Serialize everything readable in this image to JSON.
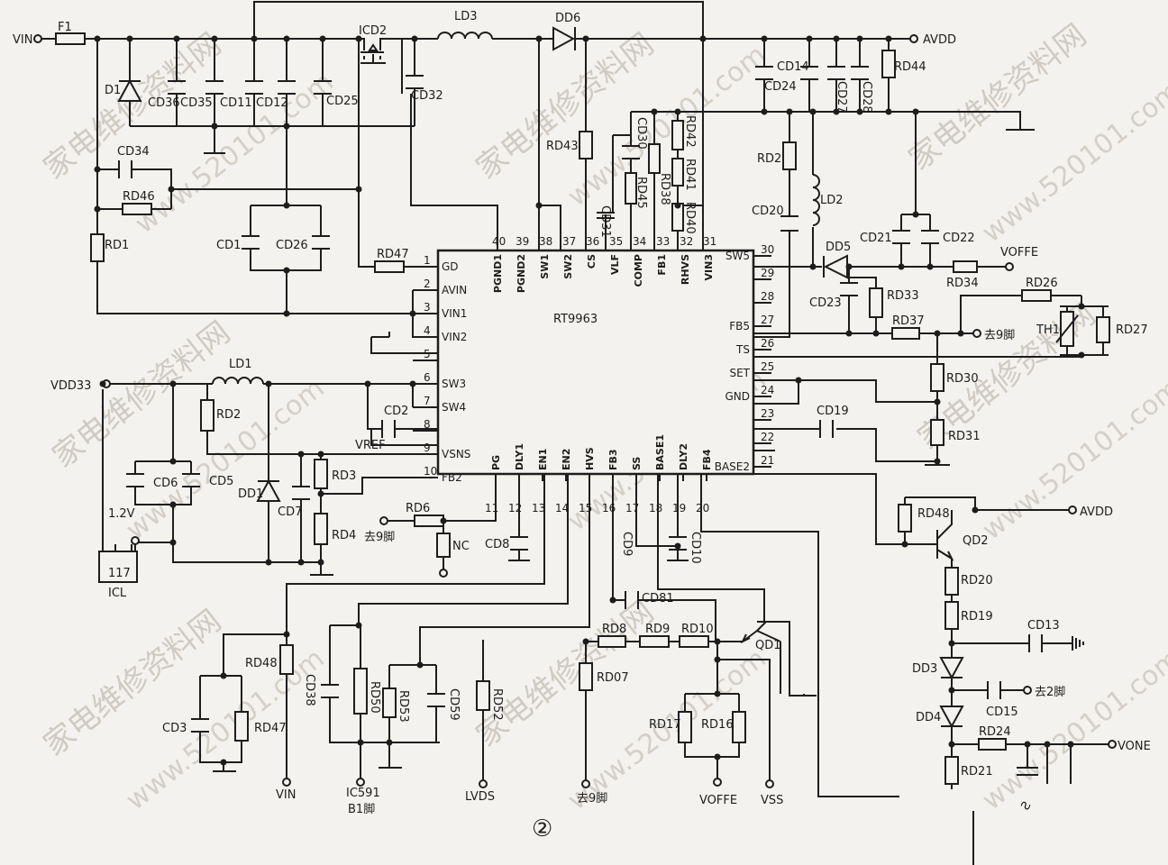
{
  "chip": {
    "name": "RT9963",
    "left_pins": [
      {
        "num": "1",
        "name": "GD"
      },
      {
        "num": "2",
        "name": "AVIN"
      },
      {
        "num": "3",
        "name": "VIN1"
      },
      {
        "num": "4",
        "name": "VIN2"
      },
      {
        "num": "5",
        "name": ""
      },
      {
        "num": "6",
        "name": "SW3"
      },
      {
        "num": "7",
        "name": "SW4"
      },
      {
        "num": "8",
        "name": ""
      },
      {
        "num": "9",
        "name": "VSNS"
      },
      {
        "num": "10",
        "name": "FB2"
      }
    ],
    "bottom_pins": [
      {
        "num": "11",
        "name": "PG"
      },
      {
        "num": "12",
        "name": "DLY1"
      },
      {
        "num": "13",
        "name": "EN1"
      },
      {
        "num": "14",
        "name": "EN2"
      },
      {
        "num": "15",
        "name": "HVS"
      },
      {
        "num": "16",
        "name": "FB3"
      },
      {
        "num": "17",
        "name": "SS"
      },
      {
        "num": "18",
        "name": "BASE1"
      },
      {
        "num": "19",
        "name": "DLY2"
      },
      {
        "num": "20",
        "name": "FB4"
      }
    ],
    "right_pins": [
      {
        "num": "21",
        "name": "BASE2"
      },
      {
        "num": "22",
        "name": ""
      },
      {
        "num": "23",
        "name": ""
      },
      {
        "num": "24",
        "name": "GND"
      },
      {
        "num": "25",
        "name": "SET"
      },
      {
        "num": "26",
        "name": "TS"
      },
      {
        "num": "27",
        "name": "FB5"
      },
      {
        "num": "28",
        "name": ""
      },
      {
        "num": "29",
        "name": ""
      },
      {
        "num": "30",
        "name": "SW5"
      }
    ],
    "top_pins": [
      {
        "num": "40",
        "name": "PGND1"
      },
      {
        "num": "39",
        "name": "PGND2"
      },
      {
        "num": "38",
        "name": "SW1"
      },
      {
        "num": "37",
        "name": "SW2"
      },
      {
        "num": "36",
        "name": "CS"
      },
      {
        "num": "35",
        "name": "VLF"
      },
      {
        "num": "34",
        "name": "COMP"
      },
      {
        "num": "33",
        "name": "FB1"
      },
      {
        "num": "32",
        "name": "RHVS"
      },
      {
        "num": "31",
        "name": "VIN3"
      }
    ]
  },
  "labels": {
    "vin_left": "VIN",
    "f1": "F1",
    "ld3": "LD3",
    "dd6": "DD6",
    "icd2": "ICD2",
    "avdd_top": "AVDD",
    "d1": "D1",
    "cd36": "CD36",
    "cd35": "CD35",
    "cd11": "CD11",
    "cd12": "CD12",
    "cd25": "CD25",
    "cd32": "CD32",
    "cd34": "CD34",
    "rd46": "RD46",
    "rd1": "RD1",
    "cd1": "CD1",
    "cd26": "CD26",
    "rd47_top": "RD47",
    "rd43": "RD43",
    "cd31": "CD31",
    "cd30": "CD30",
    "rd45": "RD45",
    "rd38": "RD38",
    "rd42": "RD42",
    "rd41": "RD41",
    "rd40": "RD40",
    "cd14": "CD14",
    "cd24": "CD24",
    "cd27": "CD27",
    "cd28": "CD28",
    "rd44": "RD44",
    "rd2_top": "RD2",
    "ld2": "LD2",
    "cd20": "CD20",
    "cd21": "CD21",
    "cd22": "CD22",
    "dd5": "DD5",
    "voffe_right": "VOFFE",
    "rd34": "RD34",
    "cd23": "CD23",
    "rd33": "RD33",
    "rd26": "RD26",
    "th1": "TH1",
    "rd27": "RD27",
    "rd37": "RD37",
    "go9_right": "去9脚",
    "rd30": "RD30",
    "cd19": "CD19",
    "rd31": "RD31",
    "vdd33": "VDD33",
    "ld1": "LD1",
    "rd2_left": "RD2",
    "cd2": "CD2",
    "vref": "VREF",
    "cd6": "CD6",
    "cd5": "CD5",
    "dd1": "DD1",
    "cd7": "CD7",
    "rd3": "RD3",
    "rd4": "RD4",
    "v12": "1.2V",
    "ic117": "117",
    "icl": "ICL",
    "rd6": "RD6",
    "go9_mid": "去9脚",
    "nc": "NC",
    "cd8": "CD8",
    "cd9": "CD9",
    "cd10": "CD10",
    "rd48_right": "RD48",
    "avdd_right": "AVDD",
    "qd2": "QD2",
    "rd20": "RD20",
    "rd19": "RD19",
    "cd13": "CD13",
    "dd3": "DD3",
    "cd15": "CD15",
    "go2": "去2脚",
    "dd4": "DD4",
    "rd24": "RD24",
    "vone": "VONE",
    "rd21": "RD21",
    "rd48_left": "RD48",
    "cd3": "CD3",
    "rd47_left": "RD47",
    "vin_bottom": "VIN",
    "cd38": "CD38",
    "rd50": "RD50",
    "rd53": "RD53",
    "cd59": "CD59",
    "rd52": "RD52",
    "ic591": "IC591",
    "b1": "B1脚",
    "lvds": "LVDS",
    "cd81": "CD81",
    "rd8": "RD8",
    "rd9": "RD9",
    "rd10": "RD10",
    "qd1": "QD1",
    "rd07": "RD07",
    "rd17": "RD17",
    "rd16": "RD16",
    "go9_bottom": "去9脚",
    "voffe_bottom": "VOFFE",
    "vss": "VSS",
    "figure_marker": "②",
    "rotated_fragment": "Ƨ"
  },
  "watermark": {
    "cn": "家电维修资料网",
    "num": "www.520101.com"
  }
}
